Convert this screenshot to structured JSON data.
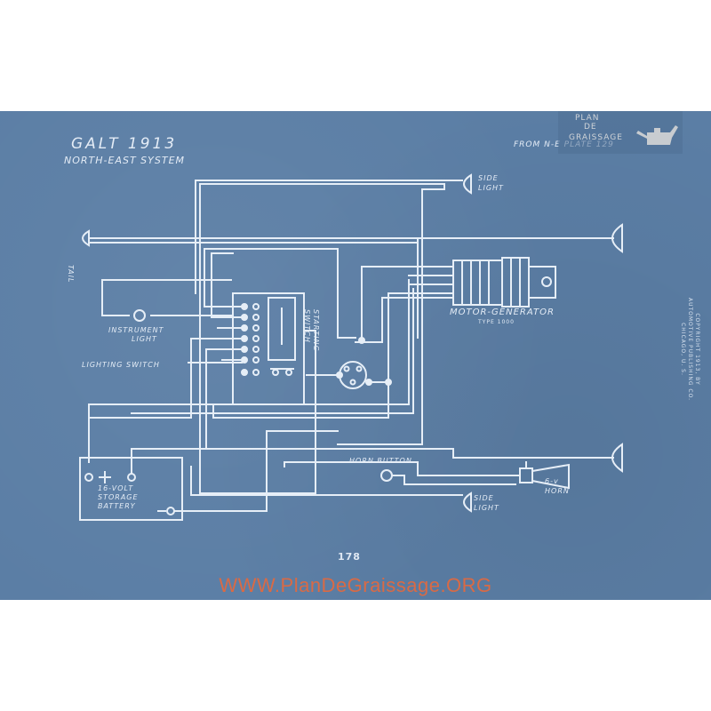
{
  "diagram": {
    "title": "GALT 1913",
    "subtitle": "NORTH-EAST SYSTEM",
    "source_note": "FROM N-E PLATE 129",
    "page_number": "178"
  },
  "labels": {
    "side_light_top": [
      "SIDE",
      "LIGHT"
    ],
    "side_light_bottom": [
      "SIDE",
      "LIGHT"
    ],
    "tail": "TAIL",
    "instrument_light": [
      "INSTRUMENT",
      "LIGHT"
    ],
    "lighting_switch": "LIGHTING SWITCH",
    "starting_switch": [
      "STARTING",
      "SWITCH"
    ],
    "motor_generator": "MOTOR-GENERATOR",
    "motor_generator_type": "TYPE 1000",
    "horn_button": "HORN BUTTON",
    "horn": [
      "6-v",
      "HORN"
    ],
    "battery": [
      "16-VOLT",
      "STORAGE",
      "BATTERY"
    ],
    "copyright": [
      "COPYRIGHT 1913, BY",
      "AUTOMOTIVE PUBLISHING CO.",
      "CHICAGO, U. S."
    ]
  },
  "logo": {
    "line1": "PLAN",
    "line2": "DE",
    "line3": "GRAISSAGE",
    "icon": "oil-can-icon"
  },
  "watermark": "WWW.PlanDeGraissage.ORG",
  "colors": {
    "blueprint": "#5b7ea5",
    "line": "#e6eef7",
    "watermark": "#d96a45"
  }
}
